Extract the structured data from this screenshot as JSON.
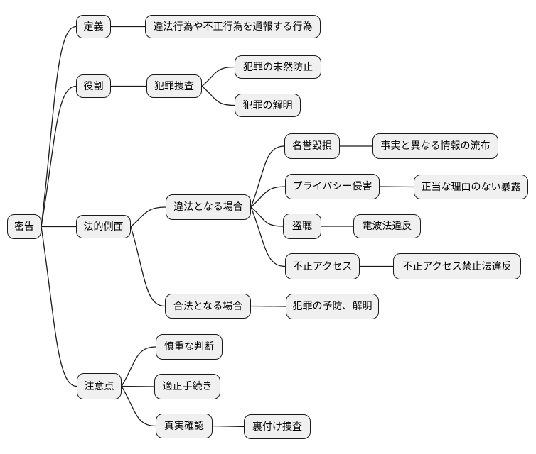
{
  "diagram": {
    "type": "mindmap",
    "root_label": "密告",
    "nodes": [
      {
        "id": "root",
        "label": "密告",
        "parent": null
      },
      {
        "id": "teigi",
        "label": "定義",
        "parent": "root"
      },
      {
        "id": "teigi_desc",
        "label": "違法行為や不正行為を通報する行為",
        "parent": "teigi"
      },
      {
        "id": "yakuwari",
        "label": "役割",
        "parent": "root"
      },
      {
        "id": "hanzai_sousa",
        "label": "犯罪捜査",
        "parent": "yakuwari"
      },
      {
        "id": "mizen_boushi",
        "label": "犯罪の未然防止",
        "parent": "hanzai_sousa"
      },
      {
        "id": "hanzai_kaimei",
        "label": "犯罪の解明",
        "parent": "hanzai_sousa"
      },
      {
        "id": "houteki",
        "label": "法的側面",
        "parent": "root"
      },
      {
        "id": "ihou",
        "label": "違法となる場合",
        "parent": "houteki"
      },
      {
        "id": "meiyo",
        "label": "名誉毀損",
        "parent": "ihou"
      },
      {
        "id": "meiyo_desc",
        "label": "事実と異なる情報の流布",
        "parent": "meiyo"
      },
      {
        "id": "privacy",
        "label": "プライバシー侵害",
        "parent": "ihou"
      },
      {
        "id": "privacy_desc",
        "label": "正当な理由のない暴露",
        "parent": "privacy"
      },
      {
        "id": "touchou",
        "label": "盗聴",
        "parent": "ihou"
      },
      {
        "id": "denpa",
        "label": "電波法違反",
        "parent": "touchou"
      },
      {
        "id": "fusei",
        "label": "不正アクセス",
        "parent": "ihou"
      },
      {
        "id": "fusei_desc",
        "label": "不正アクセス禁止法違反",
        "parent": "fusei"
      },
      {
        "id": "gouhou",
        "label": "合法となる場合",
        "parent": "houteki"
      },
      {
        "id": "gouhou_desc",
        "label": "犯罪の予防、解明",
        "parent": "gouhou"
      },
      {
        "id": "chuui",
        "label": "注意点",
        "parent": "root"
      },
      {
        "id": "shinchou",
        "label": "慎重な判断",
        "parent": "chuui"
      },
      {
        "id": "tekisei",
        "label": "適正手続き",
        "parent": "chuui"
      },
      {
        "id": "shinjitsu",
        "label": "真実確認",
        "parent": "chuui"
      },
      {
        "id": "urazuke",
        "label": "裏付け捜査",
        "parent": "shinjitsu"
      }
    ],
    "style": {
      "background": "#ffffff",
      "node_fill": "#f0f0f0",
      "node_border": "#1a1a1a",
      "edge_color": "#1a1a1a",
      "text_color": "#000000"
    }
  }
}
